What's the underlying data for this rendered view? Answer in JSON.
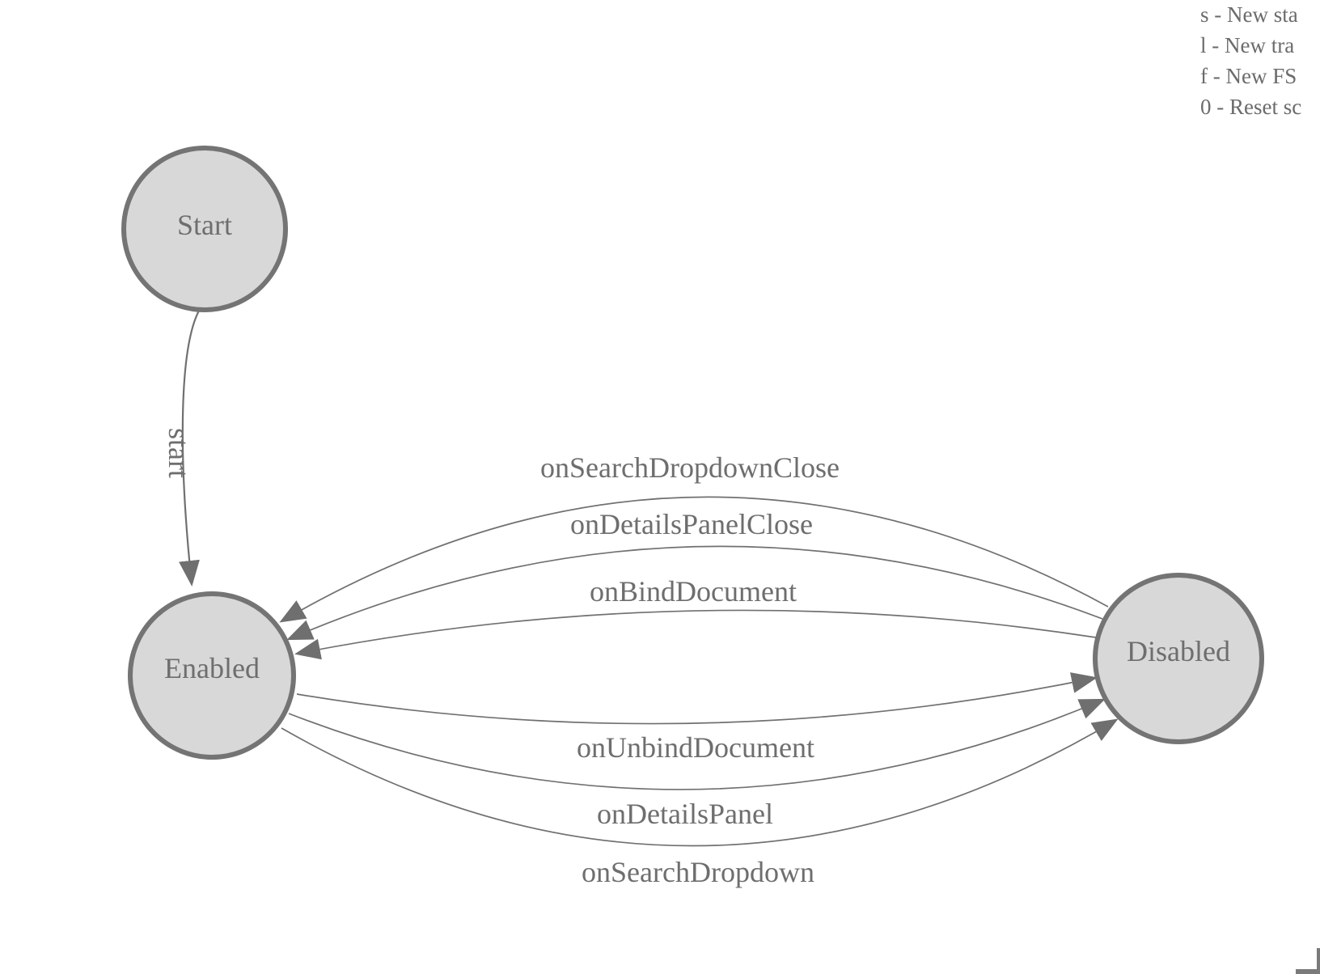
{
  "diagram": {
    "states": [
      {
        "id": "start",
        "label": "Start"
      },
      {
        "id": "enabled",
        "label": "Enabled"
      },
      {
        "id": "disabled",
        "label": "Disabled"
      }
    ],
    "transitions": [
      {
        "label": "start",
        "from": "Start",
        "to": "Enabled"
      },
      {
        "label": "onSearchDropdownClose",
        "from": "Disabled",
        "to": "Enabled"
      },
      {
        "label": "onDetailsPanelClose",
        "from": "Disabled",
        "to": "Enabled"
      },
      {
        "label": "onBindDocument",
        "from": "Disabled",
        "to": "Enabled"
      },
      {
        "label": "onUnbindDocument",
        "from": "Enabled",
        "to": "Disabled"
      },
      {
        "label": "onDetailsPanel",
        "from": "Enabled",
        "to": "Disabled"
      },
      {
        "label": "onSearchDropdown",
        "from": "Enabled",
        "to": "Disabled"
      }
    ]
  },
  "legend": {
    "lines": [
      "s - New sta",
      "l - New tra",
      "f - New FS",
      "0 - Reset sc"
    ]
  },
  "colors": {
    "state_fill": "#d8d8d8",
    "state_stroke": "#747474",
    "edge_stroke": "#707070",
    "arrowhead": "#6f6f6f",
    "text": "#6e6e6e",
    "background": "#ffffff"
  }
}
